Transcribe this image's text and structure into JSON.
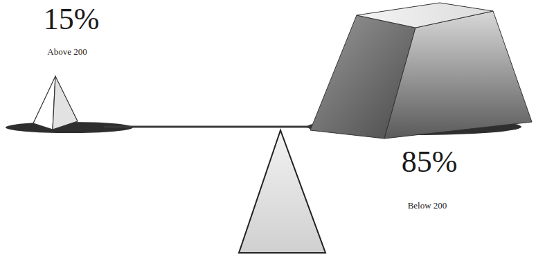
{
  "diagram": {
    "labels": [
      "15%",
      "Above 200",
      "85%",
      "Below 200"
    ]
  }
}
